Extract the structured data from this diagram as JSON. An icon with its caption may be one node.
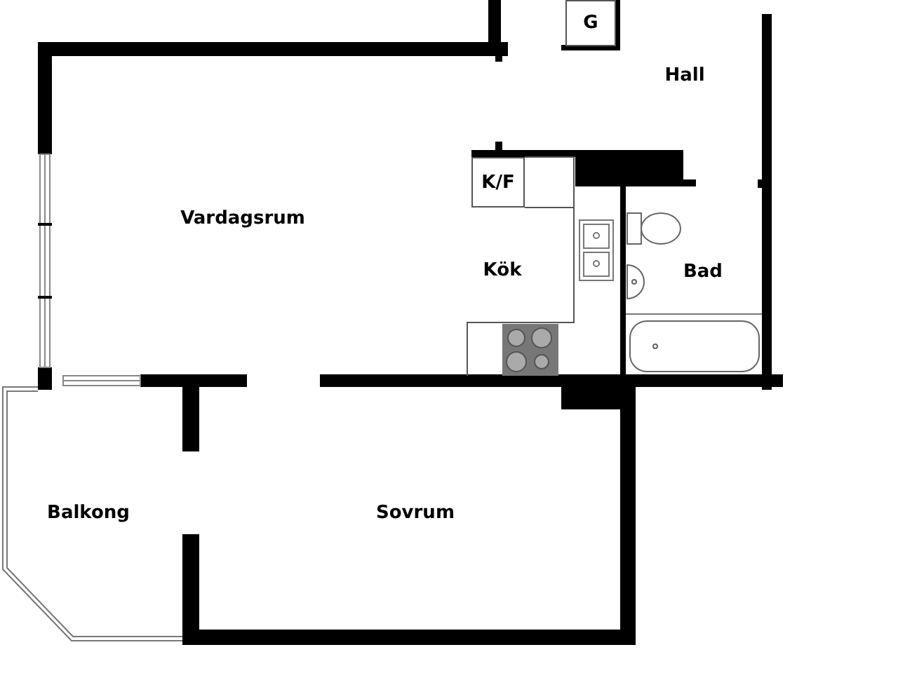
{
  "diagram": {
    "nodes": [
      {
        "text": [
          "G"
        ]
      },
      {
        "text": [
          "K/F"
        ]
      },
      {
        "text": [],
        "shape": "box"
      }
    ],
    "labels": [
      "Hall",
      "Vardagsrum",
      "Kök",
      "Bad",
      "Balkong",
      "Sovrum"
    ]
  }
}
